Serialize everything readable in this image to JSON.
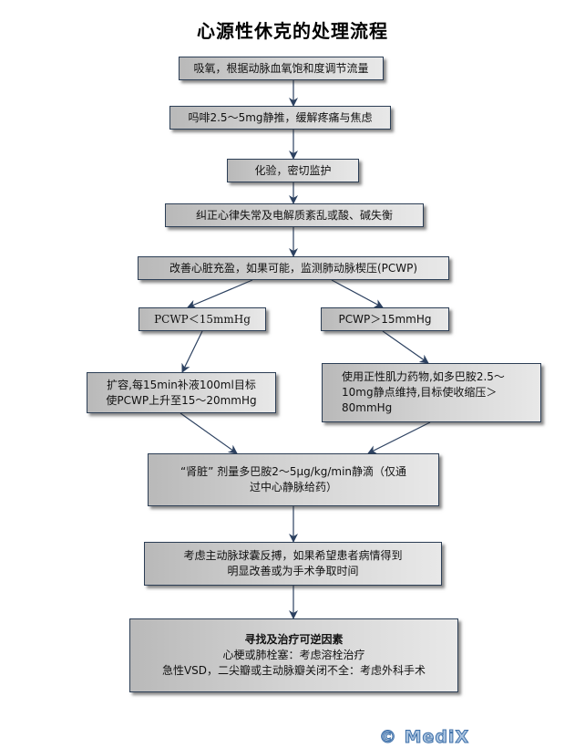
{
  "title": "心源性休克的处理流程",
  "colors": {
    "box_border": "#2c3e55",
    "box_gradient_start": "#b9b9b9",
    "box_gradient_end": "#e8e8e8",
    "arrow": "#2c4160",
    "watermark_fill": "#a9c3e0",
    "watermark_stroke": "#3d6fa8"
  },
  "nodes": {
    "oxygen": {
      "lines": [
        "吸氧，根据动脉血氧饱和度调节流量"
      ]
    },
    "morphine": {
      "lines": [
        "吗啡2.5～5mg静推，缓解疼痛与焦虑"
      ]
    },
    "lab": {
      "lines": [
        "化验，密切监护"
      ]
    },
    "correct": {
      "lines": [
        "纠正心律失常及电解质紊乱或酸、碱失衡"
      ]
    },
    "improve": {
      "lines": [
        "改善心脏充盈，如果可能，监测肺动脉楔压(PCWP)"
      ]
    },
    "pcwp_low": {
      "lines": [
        "PCWP＜15mmHg"
      ]
    },
    "pcwp_high": {
      "lines": [
        "PCWP＞15mmHg"
      ]
    },
    "volume": {
      "lines": [
        "扩容,每15min补液100ml目标",
        "使PCWP上升至15～20mmHg"
      ]
    },
    "inotrope": {
      "lines": [
        "使用正性肌力药物,如多巴胺2.5～",
        "10mg静点维持,目标使收缩压＞",
        "80mmHg"
      ]
    },
    "dopamine": {
      "lines": [
        "“肾脏” 剂量多巴胺2～5μg/kg/min静滴（仅通",
        "过中心静脉给药）"
      ]
    },
    "balloon": {
      "lines": [
        "考虑主动脉球囊反搏，如果希望患者病情得到",
        "明显改善或为手术争取时间"
      ]
    },
    "reversible": {
      "heading": "寻找及治疗可逆因素",
      "lines": [
        "心梗或肺栓塞：考虑溶栓治疗",
        "急性VSD，二尖瓣或主动脉瓣关闭不全：考虑外科手术"
      ]
    }
  },
  "edges": [
    [
      "oxygen",
      "morphine"
    ],
    [
      "morphine",
      "lab"
    ],
    [
      "lab",
      "correct"
    ],
    [
      "correct",
      "improve"
    ],
    [
      "improve",
      "pcwp_low"
    ],
    [
      "improve",
      "pcwp_high"
    ],
    [
      "pcwp_low",
      "volume"
    ],
    [
      "pcwp_high",
      "inotrope"
    ],
    [
      "volume",
      "dopamine"
    ],
    [
      "inotrope",
      "dopamine"
    ],
    [
      "dopamine",
      "balloon"
    ],
    [
      "balloon",
      "reversible"
    ]
  ],
  "watermark": "© MediX"
}
